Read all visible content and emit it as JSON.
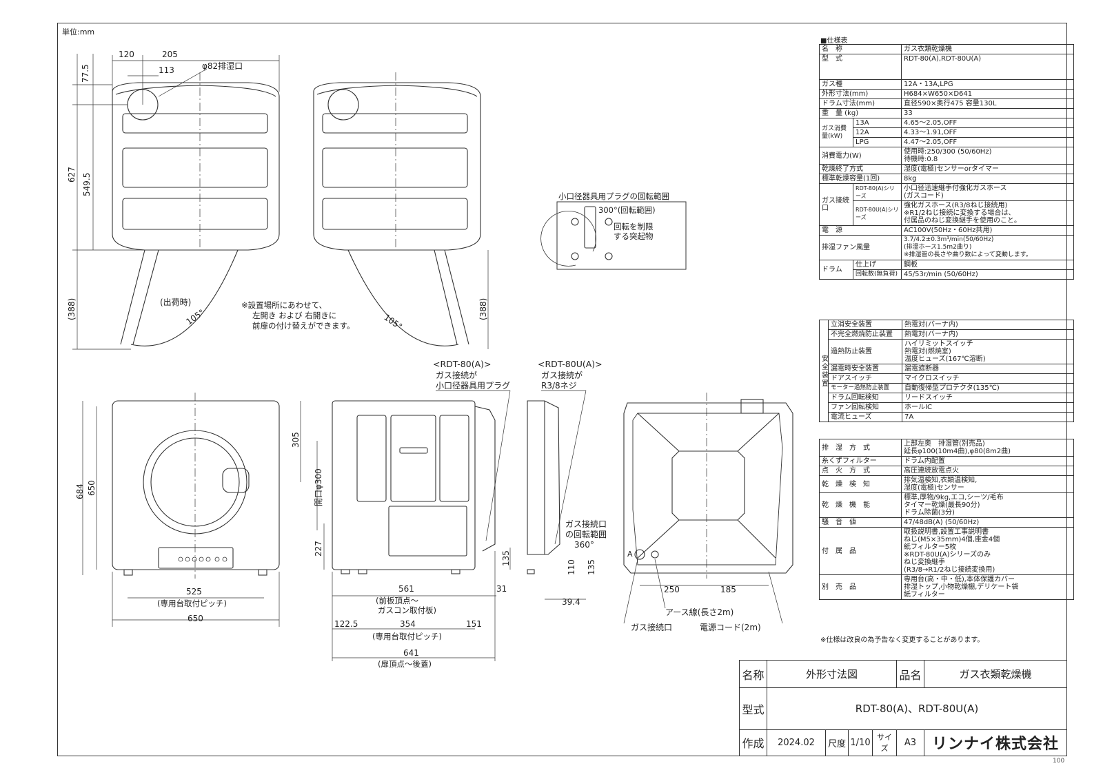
{
  "unit_label": "単位:mm",
  "page_number": "100",
  "drawing": {
    "top_view": {
      "dims": [
        "120",
        "205",
        "113",
        "77.5",
        "627",
        "549.5",
        "(388)"
      ],
      "exhaust": "φ82排湿口",
      "shipping": "(出荷時)",
      "angle": "105°",
      "note": [
        "※設置場所にあわせて、",
        "左開き および 右開きに",
        "前扉の付け替えができます。"
      ]
    },
    "top_view_right": {
      "angle": "105°",
      "dim": "(388)"
    },
    "plug": {
      "title": "小口径器具用プラグの回転範囲",
      "range": "300°(回転範囲)",
      "stopper": [
        "回転を制限",
        "する突起物"
      ]
    },
    "front_view": {
      "dims": [
        "684",
        "650",
        "305",
        "525",
        "650"
      ],
      "pitch": "(専用台取付ピッチ)"
    },
    "side_view": {
      "dims": [
        "561",
        "31",
        "122.5",
        "354",
        "151",
        "641",
        "227",
        "135"
      ],
      "opening": "開口φ300",
      "front_note": [
        "(前板頂点～",
        "ガスコン取付板)"
      ],
      "pitch": "(専用台取付ピッチ)",
      "door_note": "(扉頂点～後蓋)"
    },
    "rdt80": {
      "model": "<RDT-80(A)>",
      "line1": "ガス接続が",
      "line2": "小口径器具用プラグ"
    },
    "rdt80u": {
      "model": "<RDT-80U(A)>",
      "line1": "ガス接続が",
      "line2": "R3/8ネジ",
      "dims": [
        "110",
        "135",
        "39.4"
      ]
    },
    "gas_rotation": {
      "line1": "ガス接続口",
      "line2": "の回転範囲",
      "angle": "360°"
    },
    "back_view": {
      "dims": [
        "250",
        "185"
      ],
      "earth": "アース線(長さ2m)",
      "gas": "ガス接続口",
      "cord": "電源コード(2m)",
      "marker": "A"
    }
  },
  "spec": {
    "title": "■仕様表",
    "rows": [
      [
        "名　称",
        "ガス衣類乾燥機"
      ],
      [
        "型　式",
        "RDT-80(A),RDT-80U(A)"
      ],
      [
        "ガス種",
        "12A・13A,LPG"
      ],
      [
        "外形寸法(mm)",
        "H684×W650×D641"
      ],
      [
        "ドラム寸法(mm)",
        "直径590×奥行475 容量130L"
      ],
      [
        "重　量 (kg)",
        "33"
      ]
    ],
    "gas_label": "ガス消費量(kW)",
    "gas_rows": [
      [
        "13A",
        "4.65～2.05,OFF"
      ],
      [
        "12A",
        "4.33～1.91,OFF"
      ],
      [
        "LPG",
        "4.47～2.05,OFF"
      ]
    ],
    "power": [
      "消費電力(W)",
      "使用時:250/300 (50/60Hz)\n待機時:0.8"
    ],
    "rows2": [
      [
        "乾燥終了方式",
        "湿度(電極)センサーorタイマー"
      ],
      [
        "標準乾燥容量(1回)",
        "8kg"
      ]
    ],
    "gas_conn": "ガス接続口",
    "gas_conn_rows": [
      [
        "RDT-80(A)シリーズ",
        "小口径迅速継手付強化ガスホース\n(ガスコード)"
      ],
      [
        "RDT-80U(A)シリーズ",
        "強化ガスホース(R3/8ねじ接続用)\n※R1/2ねじ接続に変換する場合は、\n付属品のねじ変換継手を使用のこと。"
      ]
    ],
    "rows3": [
      [
        "電　源",
        "AC100V(50Hz・60Hz共用)"
      ],
      [
        "排湿ファン風量",
        "3.7/4.2±0.3m³/min(50/60Hz)\n(排湿ホース1.5m2曲り)\n※排湿管の長さや曲り数によって変動します。"
      ]
    ],
    "drum": "ドラム",
    "drum_rows": [
      [
        "仕上げ",
        "鋼板"
      ],
      [
        "回転数(無負荷)",
        "45/53r/min (50/60Hz)"
      ]
    ],
    "safety": "安全装置",
    "safety_rows": [
      [
        "立消安全装置",
        "熱電対(バーナ内)"
      ],
      [
        "不完全燃焼防止装置",
        "熱電対(バーナ内)"
      ],
      [
        "過熱防止装置",
        "ハイリミットスイッチ\n熱電対(燃焼室)\n温度ヒューズ(167℃溶断)"
      ],
      [
        "漏電時安全装置",
        "漏電遮断器"
      ],
      [
        "ドアスイッチ",
        "マイクロスイッチ"
      ],
      [
        "モーター過熱防止装置",
        "自動復帰型プロテクタ(135℃)"
      ],
      [
        "ドラム回転検知",
        "リードスイッチ"
      ],
      [
        "ファン回転検知",
        "ホールIC"
      ],
      [
        "電流ヒューズ",
        "7A"
      ]
    ],
    "rows4": [
      [
        "排　湿　方　式",
        "上部左奥　排湿管(別売品)\n延長φ100(10m4曲),φ80(8m2曲)"
      ],
      [
        "糸くずフィルター",
        "ドラム内配置"
      ],
      [
        "点　火　方　式",
        "高圧連続放電点火"
      ],
      [
        "乾　燥　検　知",
        "排気温検知,衣類温検知,\n湿度(電極)センサー"
      ],
      [
        "乾　燥　機　能",
        "標準,厚物/9kg,エコ,シーツ/毛布\nタイマー乾燥(最長90分)\nドラム除菌(3分)"
      ],
      [
        "騒　音　値",
        "47/48dB(A) (50/60Hz)"
      ],
      [
        "付　属　品",
        "取扱説明書,設置工事説明書\nねじ(M5×35mm)4個,座金4個\n紙フィルター5枚\n※RDT-80U(A)シリーズのみ\nねじ変換継手\n(R3/8→R1/2ねじ接続変換用)"
      ],
      [
        "別　売　品",
        "専用台(高・中・低),本体保護カバー\n排湿トップ,小物乾燥棚,デリケート袋\n紙フィルター"
      ]
    ],
    "note": "※仕様は改良の為予告なく変更することがあります。"
  },
  "title_block": {
    "name_label": "名称",
    "name_value": "外形寸法図",
    "product_label": "品名",
    "product_value": "ガス衣類乾燥機",
    "model_label": "型式",
    "model_value": "RDT-80(A)、RDT-80U(A)",
    "made_label": "作成",
    "made_value": "2024.02",
    "scale_label": "尺度",
    "scale_value": "1/10",
    "size_label": "サイズ",
    "size_value": "A3",
    "company": "リンナイ株式会社"
  }
}
